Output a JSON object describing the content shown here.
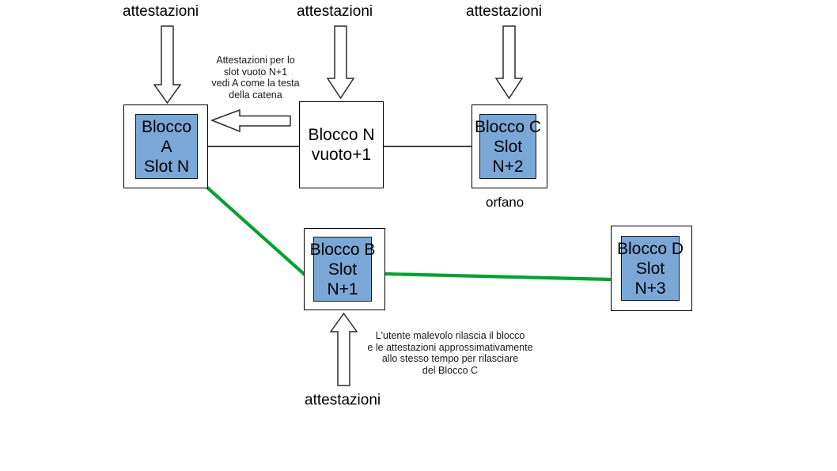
{
  "diagram": {
    "title_text_top_labels": [
      "attestazioni",
      "attestazioni",
      "attestazioni"
    ],
    "bottom_label": "attestazioni",
    "orphan_label": "orfano",
    "colors": {
      "block_fill": "#7ba7d7",
      "block_stroke": "#000000",
      "fork_line": "#00a233",
      "chain_line": "#000000",
      "background": "#ffffff"
    },
    "blocks": {
      "a": {
        "name": "block-a",
        "lines": [
          "Blocco",
          "A",
          "Slot N"
        ],
        "filled": true
      },
      "n": {
        "name": "block-n-empty",
        "lines": [
          "Blocco N",
          "vuoto+1"
        ],
        "filled": false
      },
      "c": {
        "name": "block-c",
        "lines": [
          "Blocco C",
          "Slot",
          "N+2"
        ],
        "filled": true,
        "caption": "orfano"
      },
      "b": {
        "name": "block-b",
        "lines": [
          "Blocco B",
          "Slot",
          "N+1"
        ],
        "filled": true
      },
      "d": {
        "name": "block-d",
        "lines": [
          "Blocco D",
          "Slot",
          "N+3"
        ],
        "filled": true
      }
    },
    "annotations": {
      "attestation_note": [
        "Attestazioni per lo",
        "slot vuoto N+1",
        "vedi A come la testa",
        "della catena"
      ],
      "malicious_note": [
        "L'utente malevolo rilascia il blocco",
        "e le attestazioni approssimativamente",
        "allo stesso tempo per rilasciare",
        "del Blocco C"
      ]
    },
    "arrows": {
      "down_a": "down-arrow-to-block-a",
      "down_n": "down-arrow-to-block-n",
      "down_c": "down-arrow-to-block-c",
      "up_b": "up-arrow-to-block-b",
      "left_n_to_a": "left-arrow-n-to-a"
    }
  }
}
